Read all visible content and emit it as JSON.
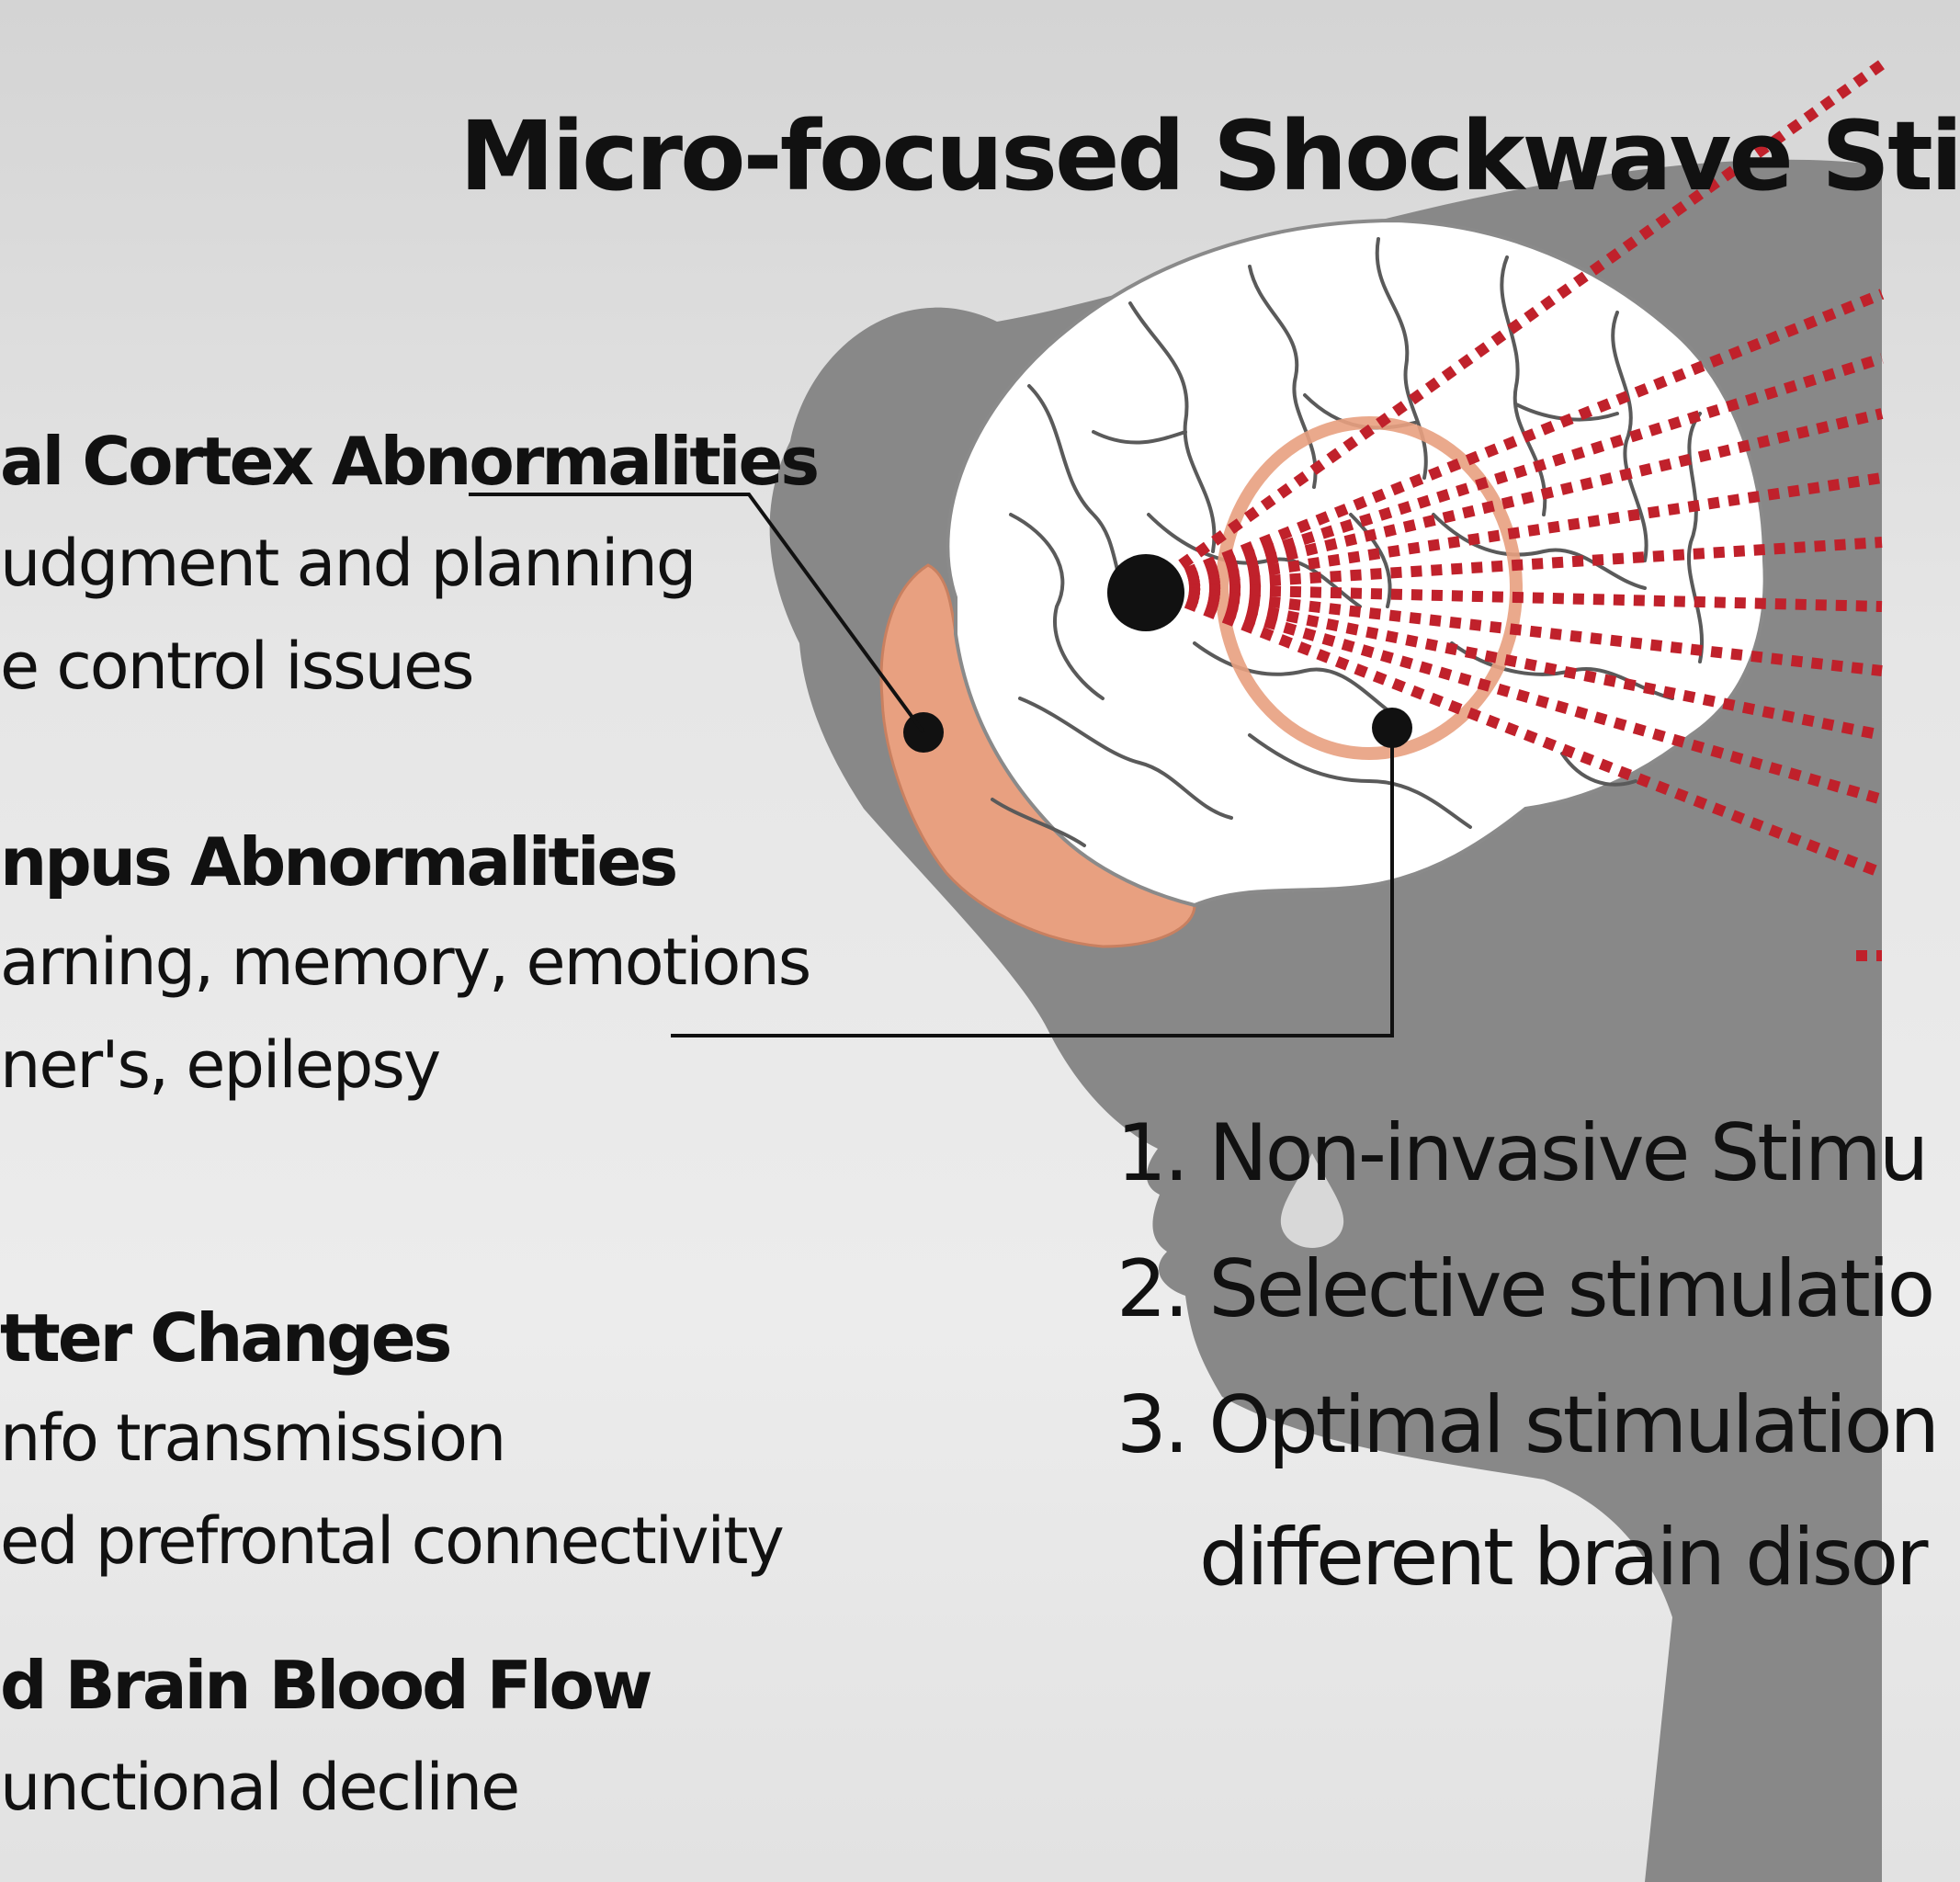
{
  "title": "Micro-focused Shockwave Sti",
  "sections": [
    {
      "heading": "al Cortex Abnormalities",
      "lines": [
        "udgment and planning",
        "e control issues"
      ]
    },
    {
      "heading": "npus Abnormalities",
      "lines": [
        "arning, memory, emotions",
        "ner's, epilepsy"
      ]
    },
    {
      "heading": "tter Changes",
      "lines": [
        "nfo transmission",
        "ed prefrontal connectivity"
      ]
    },
    {
      "heading": "d Brain Blood Flow",
      "lines": [
        "unctional decline"
      ]
    }
  ],
  "features": [
    "1. Non-invasive Stimu",
    "2. Selective stimulatio",
    "3. Optimal stimulation",
    "different brain disor"
  ],
  "colors": {
    "background": "#e6e6e6",
    "head_silhouette": "#888888",
    "brain": "#ffffff",
    "brain_folds": "#5a5a5a",
    "highlight_region": "#e8a080",
    "shockwave": "#c0212b",
    "text": "#111111"
  }
}
